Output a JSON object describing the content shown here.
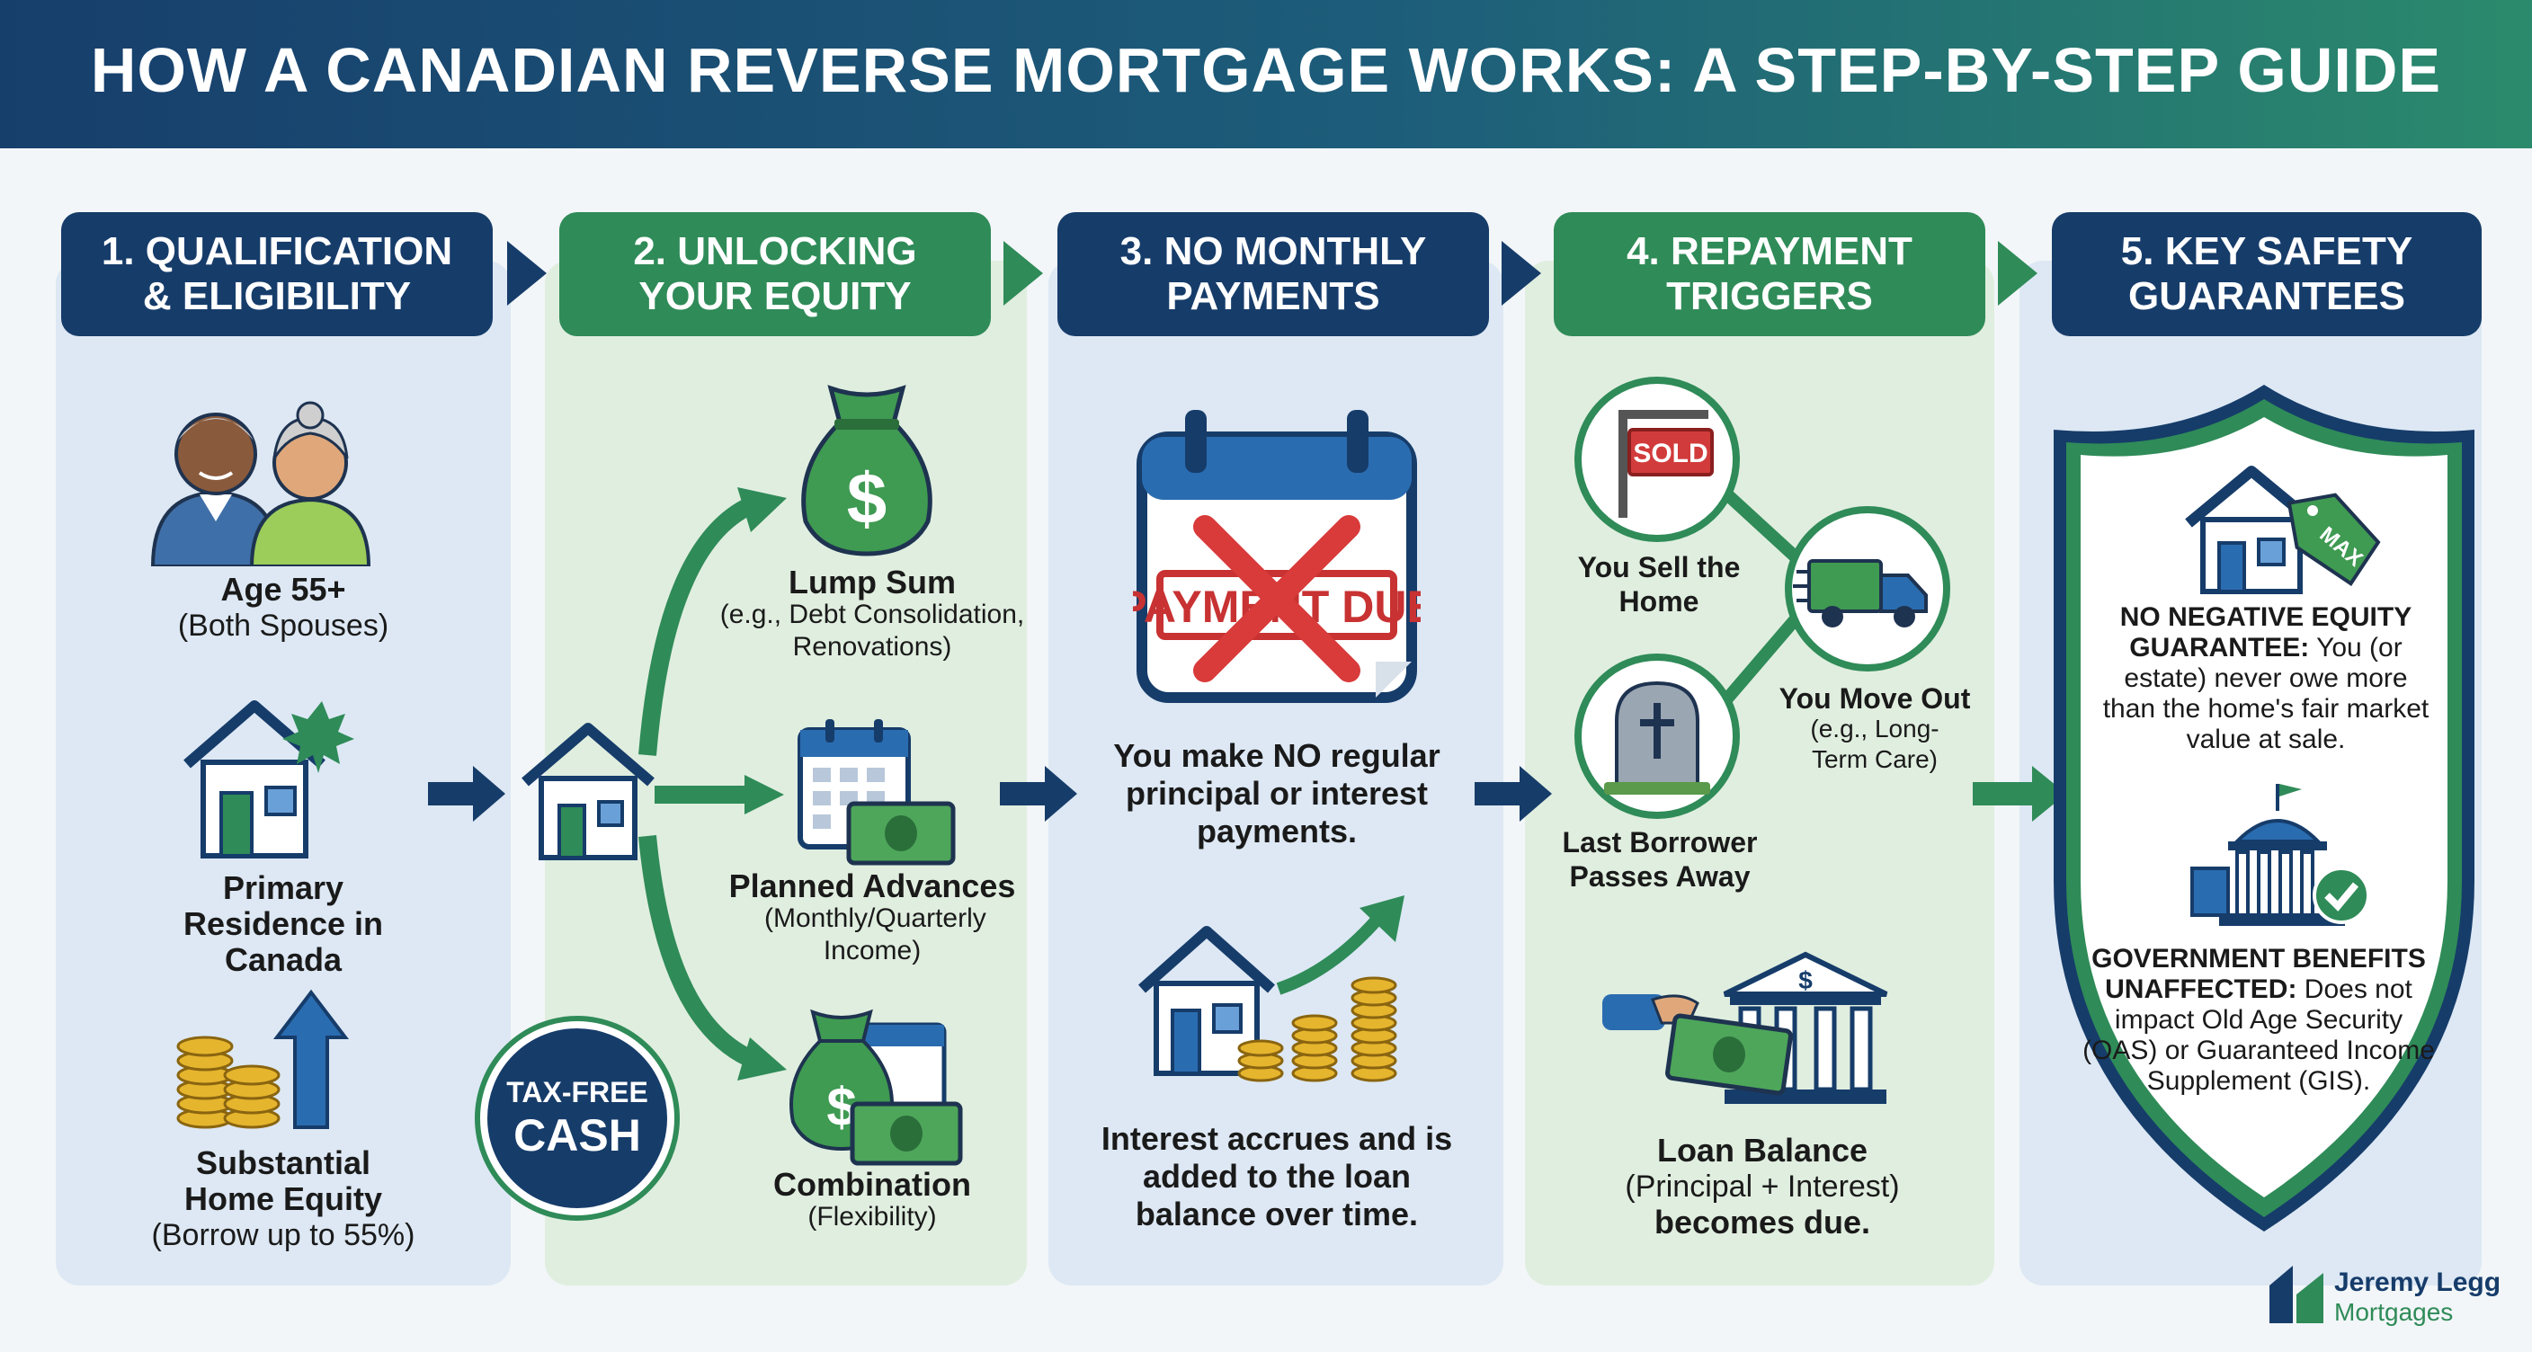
{
  "title": "HOW A CANADIAN REVERSE MORTGAGE WORKS: A STEP-BY-STEP GUIDE",
  "colors": {
    "navy": "#163c6a",
    "green": "#2f8b58",
    "panel_blue": "#dde8f4",
    "panel_green": "#e0eedf"
  },
  "steps": [
    {
      "header": [
        "1. QUALIFICATION",
        "& ELIGIBILITY"
      ],
      "items": [
        {
          "title": "Age 55+",
          "detail": "(Both Spouses)",
          "icon": "senior-couple-icon"
        },
        {
          "title": "Primary Residence in Canada",
          "icon": "house-maple-leaf-icon"
        },
        {
          "title": "Substantial Home Equity",
          "detail": "(Borrow up to 55%)",
          "icon": "coins-up-arrow-icon"
        }
      ]
    },
    {
      "header": [
        "2. UNLOCKING",
        "YOUR EQUITY"
      ],
      "badge": [
        "TAX-FREE",
        "CASH"
      ],
      "items": [
        {
          "title": "Lump Sum",
          "detail": "(e.g., Debt Consolidation, Renovations)",
          "icon": "money-bag-icon"
        },
        {
          "title": "Planned Advances",
          "detail": "(Monthly/Quarterly Income)",
          "icon": "calendar-cash-icon"
        },
        {
          "title": "Combination",
          "detail": "(Flexibility)",
          "icon": "bag-calendar-cash-icon"
        }
      ]
    },
    {
      "header": [
        "3. NO MONTHLY",
        "PAYMENTS"
      ],
      "stamp": "PAYMENT DUE",
      "items": [
        {
          "text": "You make NO regular principal or interest payments.",
          "icon": "crossed-calendar-icon"
        },
        {
          "text": "Interest accrues and is added to the loan balance over time.",
          "icon": "house-growing-coins-icon"
        }
      ]
    },
    {
      "header": [
        "4. REPAYMENT",
        "TRIGGERS"
      ],
      "sign_text": "SOLD",
      "triggers": [
        {
          "label": "You Sell the Home",
          "icon": "sold-sign-icon"
        },
        {
          "label": "You Move Out",
          "detail": "(e.g., Long-Term Care)",
          "icon": "moving-truck-icon"
        },
        {
          "label": "Last Borrower Passes Away",
          "icon": "tombstone-icon"
        }
      ],
      "result": {
        "title": "Loan Balance",
        "detail": "(Principal + Interest)",
        "tail": "becomes due.",
        "icon": "bank-cash-icon"
      }
    },
    {
      "header": [
        "5. KEY SAFETY",
        "GUARANTEES"
      ],
      "tag_text": "MAX",
      "guarantees": [
        {
          "lead": "NO NEGATIVE EQUITY GUARANTEE:",
          "text": "You (or estate) never owe more than the home's fair market value at sale.",
          "icon": "house-max-tag-icon"
        },
        {
          "lead": "GOVERNMENT BENEFITS UNAFFECTED:",
          "text": "Does not impact Old Age Security (OAS) or Guaranteed Income Supplement (GIS).",
          "icon": "government-building-check-icon"
        }
      ]
    }
  ],
  "branding": {
    "name": "Jeremy Legg",
    "sub": "Mortgages"
  }
}
